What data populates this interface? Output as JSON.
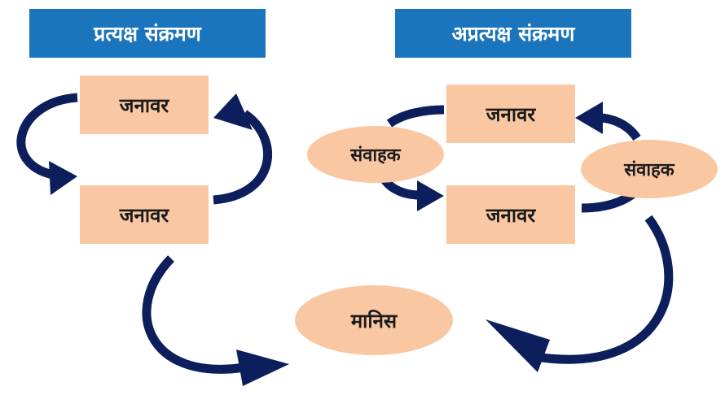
{
  "headers": {
    "direct": "प्रत्यक्ष संक्रमण",
    "indirect": "अप्रत्यक्ष संक्रमण"
  },
  "direct": {
    "animal_top": "जनावर",
    "animal_bottom": "जनावर"
  },
  "indirect": {
    "animal_top": "जनावर",
    "animal_bottom": "जनावर",
    "vector_left": "संवाहक",
    "vector_right": "संवाहक"
  },
  "human": "मानिस",
  "colors": {
    "header_bg": "#1b75bc",
    "node_fill": "#f9c8a2",
    "arrow": "#0c1f5c"
  }
}
